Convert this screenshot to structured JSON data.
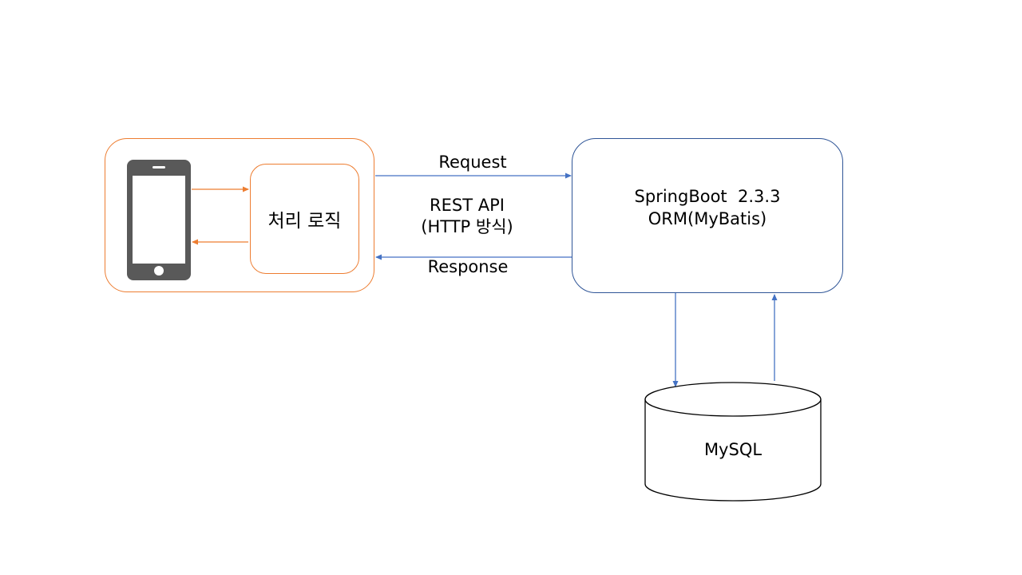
{
  "client": {
    "logic_label": "처리 로직"
  },
  "arrows": {
    "request_label": "Request",
    "response_label": "Response",
    "api_line1": "REST API",
    "api_line2": "(HTTP 방식)"
  },
  "server": {
    "line1": "SpringBoot  2.3.3",
    "line2": "ORM(MyBatis)"
  },
  "database": {
    "label": "MySQL"
  },
  "colors": {
    "client_accent": "#ed7d31",
    "server_accent": "#2f5597",
    "arrow_blue": "#4472c4",
    "phone_gray": "#595959"
  },
  "icons": [
    "smartphone-icon"
  ]
}
